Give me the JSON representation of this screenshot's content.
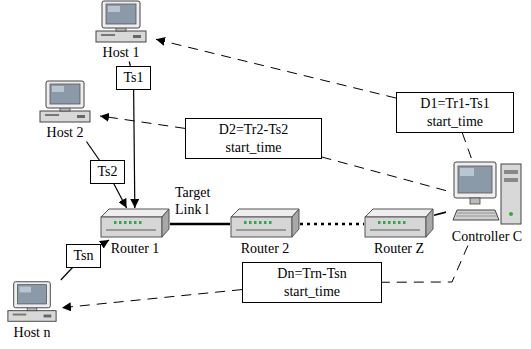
{
  "diagram": {
    "nodes": [
      {
        "text": [
          "Host 1"
        ]
      },
      {
        "text": [
          "Ts1"
        ]
      },
      {
        "text": [
          "D1=Tr1-Ts1",
          "start_time"
        ]
      },
      {
        "text": [
          "Host 2"
        ]
      },
      {
        "text": [
          "Ts2"
        ]
      },
      {
        "text": [
          "D2=Tr2-Ts2",
          "start_time"
        ]
      },
      {
        "text": [
          "Router 1"
        ]
      },
      {
        "text": [
          "Router 2"
        ]
      },
      {
        "text": [
          "Router Z"
        ]
      },
      {
        "text": [
          "Controller C"
        ]
      },
      {
        "text": [
          "Host n"
        ]
      },
      {
        "text": [
          "Tsn"
        ]
      },
      {
        "text": [
          "Dn=Trn-Tsn",
          "start_time"
        ]
      }
    ],
    "edges": [
      {
        "from": 0,
        "to": 1,
        "arrow": "none"
      },
      {
        "from": 1,
        "to": 6,
        "arrow": "to"
      },
      {
        "from": 3,
        "to": 4,
        "arrow": "none"
      },
      {
        "from": 4,
        "to": 6,
        "arrow": "to"
      },
      {
        "from": 10,
        "to": 11,
        "arrow": "none"
      },
      {
        "from": 11,
        "to": 6,
        "arrow": "to"
      },
      {
        "from": 6,
        "to": 7,
        "label": "Target Link l",
        "arrow": "none"
      },
      {
        "from": 7,
        "to": 8,
        "arrow": "none"
      },
      {
        "from": 8,
        "to": 9,
        "arrow": "none"
      },
      {
        "from": 9,
        "to": 2,
        "arrow": "none"
      },
      {
        "from": 2,
        "to": 0,
        "arrow": "to"
      },
      {
        "from": 9,
        "to": 5,
        "arrow": "none"
      },
      {
        "from": 5,
        "to": 3,
        "arrow": "to"
      },
      {
        "from": 9,
        "to": 12,
        "arrow": "none"
      },
      {
        "from": 12,
        "to": 10,
        "arrow": "to"
      }
    ]
  }
}
